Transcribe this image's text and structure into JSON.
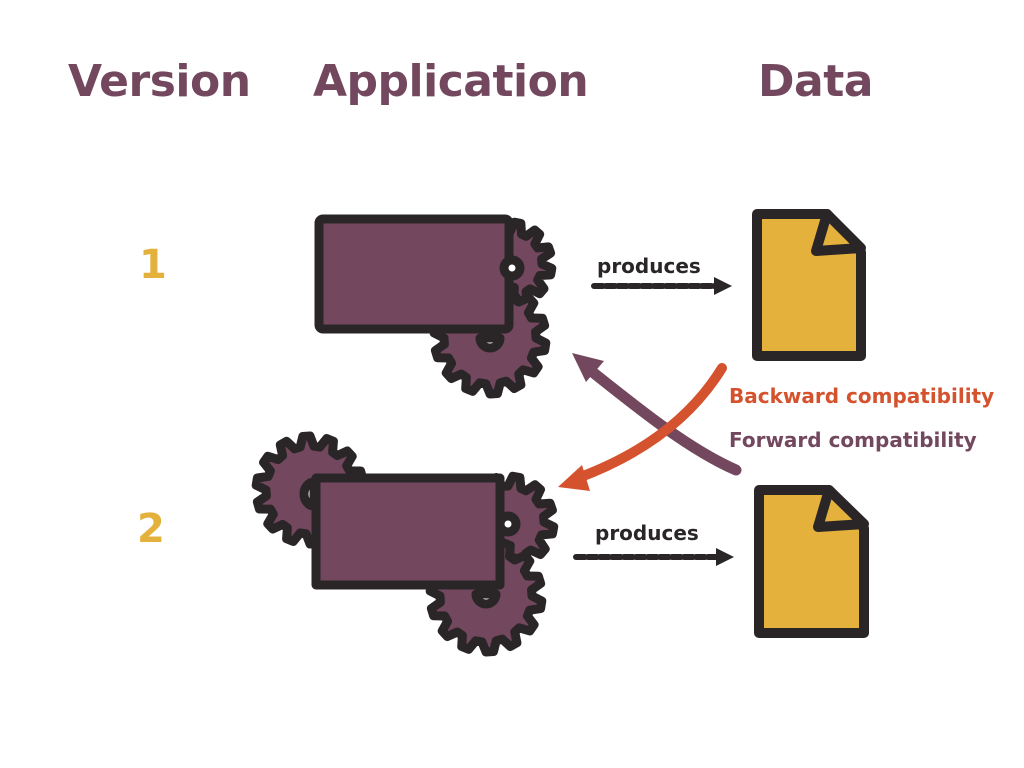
{
  "headers": {
    "version": "Version",
    "application": "Application",
    "data": "Data"
  },
  "versions": [
    {
      "label": "1"
    },
    {
      "label": "2"
    }
  ],
  "relations": {
    "produces_1": "produces",
    "produces_2": "produces"
  },
  "compatibility": {
    "backward": "Backward compatibility",
    "forward": "Forward compatibility"
  },
  "colors": {
    "purple": "#73485e",
    "gold": "#e3b13c",
    "orange": "#d4532e",
    "outline": "#2a2628"
  }
}
